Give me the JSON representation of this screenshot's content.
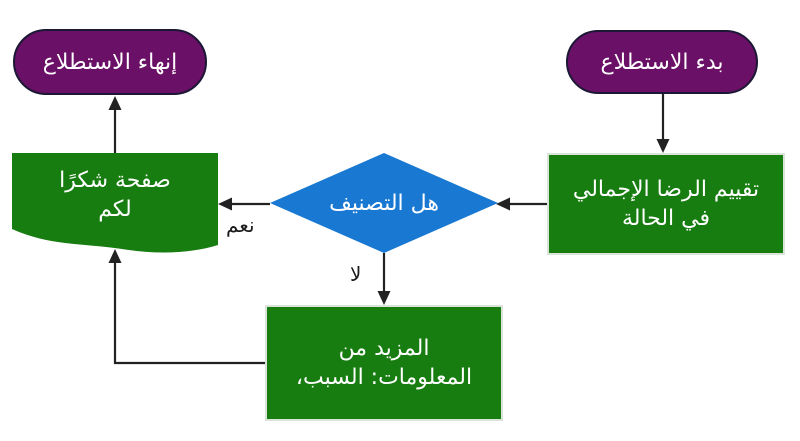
{
  "diagram": {
    "title": "survey-feedback-flowchart",
    "colors": {
      "terminator_fill": "#6a1066",
      "terminator_border": "#1d1736",
      "process_fill": "#187d11",
      "process_border": "#dbe4d8",
      "decision_fill": "#1878d2",
      "connector": "#222222",
      "node_text": "#ffffff",
      "label_text": "#1a1a1a",
      "background": "#ffffff"
    },
    "nodes": {
      "start": {
        "label": "بدء الاستطلاع",
        "shape": "terminator"
      },
      "assess": {
        "label": "تقييم الرضا الإجمالي في الحالة",
        "shape": "process"
      },
      "decision": {
        "label": "هل التصنيف",
        "shape": "decision"
      },
      "thanks": {
        "label": "صفحة شكرًا لكم",
        "shape": "document"
      },
      "more_info": {
        "label": "المزيد من المعلومات: السبب،",
        "shape": "process"
      },
      "end": {
        "label": "إنهاء الاستطلاع",
        "shape": "terminator"
      }
    },
    "edge_labels": {
      "yes": "نعم",
      "no": "لا"
    }
  }
}
